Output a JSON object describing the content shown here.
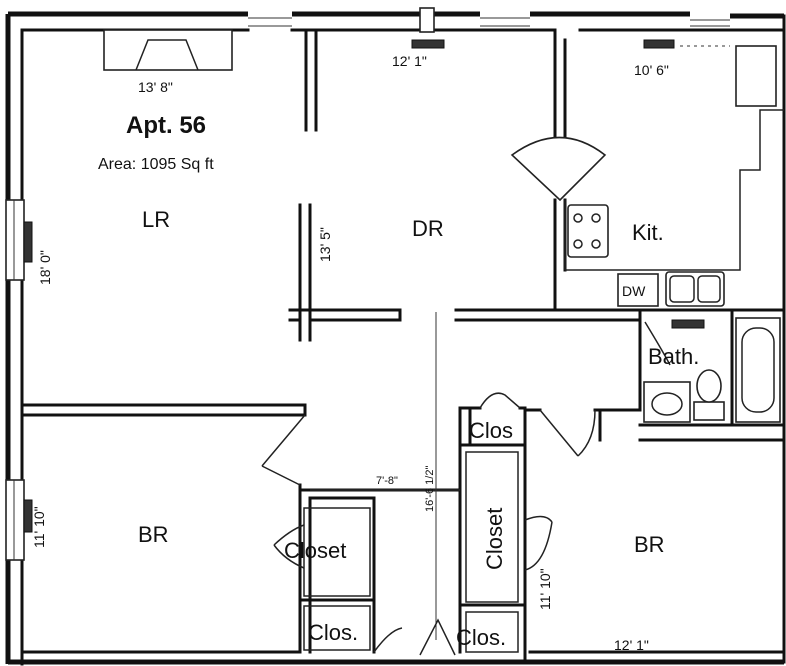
{
  "title": "Apt. 56",
  "area": "Area: 1095 Sq ft",
  "rooms": {
    "lr": "LR",
    "dr": "DR",
    "kit": "Kit.",
    "bath": "Bath.",
    "br_left": "BR",
    "br_right": "BR",
    "closet_left": "Closet",
    "closet_center": "Closet",
    "clos_bottom_left": "Clos.",
    "clos_bottom_right": "Clos.",
    "clos_top": "Clos",
    "dw": "DW"
  },
  "dimensions": {
    "lr_width": "13' 8\"",
    "lr_depth": "18' 0\"",
    "dr_width": "12' 1\"",
    "dr_depth": "13' 5\"",
    "kit_width": "10' 6\"",
    "br_left_depth": "11' 10\"",
    "br_right_depth": "11' 10\"",
    "br_right_width": "12' 1\"",
    "hall_width": "7'-8\"",
    "hall_length": "16'-6 1/2\""
  }
}
